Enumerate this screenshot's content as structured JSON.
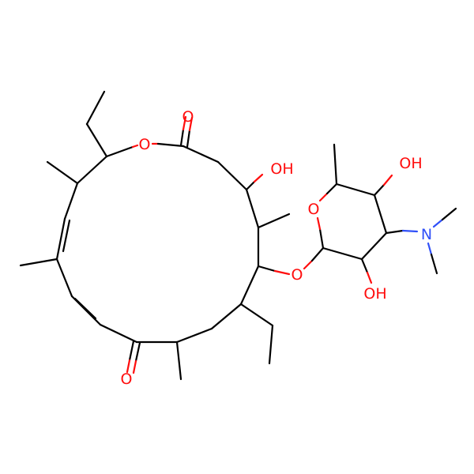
{
  "molecule": {
    "colors": {
      "carbon_bond": "#000000",
      "oxygen": "#ff0d0d",
      "nitrogen": "#3050f8",
      "background": "#ffffff"
    },
    "labels": {
      "ketone_o_top": "O",
      "ring_o": "O",
      "hydroxyl_ring": "OH",
      "ketone_o_bottom": "O",
      "ether_o": "O",
      "sugar_ring_o": "O",
      "sugar_oh_top": "OH",
      "sugar_oh_bottom": "OH",
      "amine_n": "N"
    }
  }
}
